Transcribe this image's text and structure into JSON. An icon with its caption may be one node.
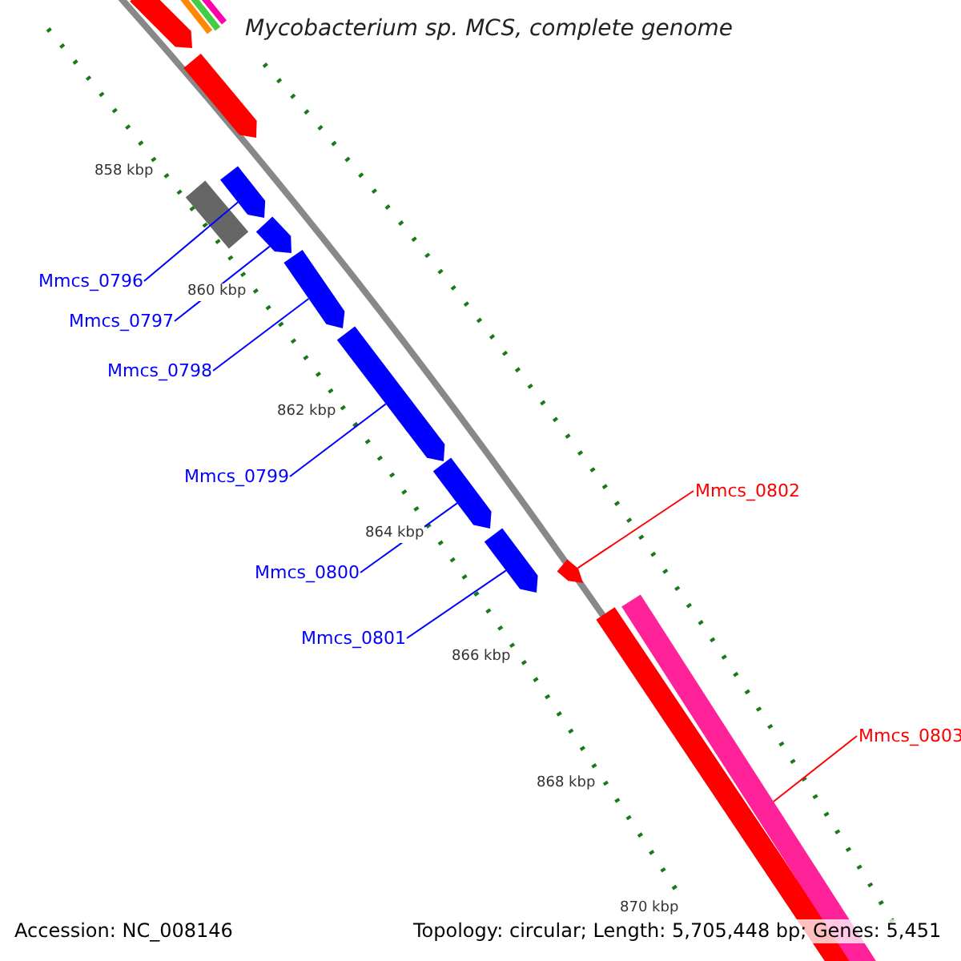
{
  "diagram": {
    "title": "Mycobacterium sp. MCS, complete genome",
    "nodes": [
      {
        "text": [
          "Mmcs_0796"
        ]
      },
      {
        "text": [],
        "shape": "arrow"
      },
      {
        "text": [
          "Mmcs_0797"
        ]
      },
      {
        "text": [],
        "shape": "arrow"
      },
      {
        "text": [
          "Mmcs_0798"
        ]
      },
      {
        "text": [],
        "shape": "arrow"
      },
      {
        "text": [
          "Mmcs_0799"
        ]
      },
      {
        "text": [],
        "shape": "arrow"
      },
      {
        "text": [
          "Mmcs_0800"
        ]
      },
      {
        "text": [],
        "shape": "arrow"
      },
      {
        "text": [
          "Mmcs_0801"
        ]
      },
      {
        "text": [],
        "shape": "arrow"
      },
      {
        "text": [
          "Mmcs_0802"
        ]
      },
      {
        "text": [],
        "shape": "arrow"
      },
      {
        "text": [
          "Mmcs_0803"
        ]
      },
      {
        "text": [],
        "shape": "bar"
      }
    ],
    "edges": [
      {
        "from": 0,
        "to": 1,
        "arrow": "none"
      },
      {
        "from": 2,
        "to": 3,
        "arrow": "none"
      },
      {
        "from": 4,
        "to": 5,
        "arrow": "none"
      },
      {
        "from": 6,
        "to": 7,
        "arrow": "none"
      },
      {
        "from": 8,
        "to": 9,
        "arrow": "none"
      },
      {
        "from": 10,
        "to": 11,
        "arrow": "none"
      },
      {
        "from": 12,
        "to": 13,
        "arrow": "none",
        "color": "#ff0000"
      },
      {
        "from": 14,
        "to": 15,
        "arrow": "none",
        "color": "#ff0000"
      }
    ],
    "labels": [
      "858 kbp",
      "860 kbp",
      "862 kbp",
      "864 kbp",
      "866 kbp",
      "868 kbp",
      "870 kbp",
      "Accession: NC_008146",
      "Topology: circular; Length: 5,705,448 bp; Genes: 5,451"
    ]
  }
}
